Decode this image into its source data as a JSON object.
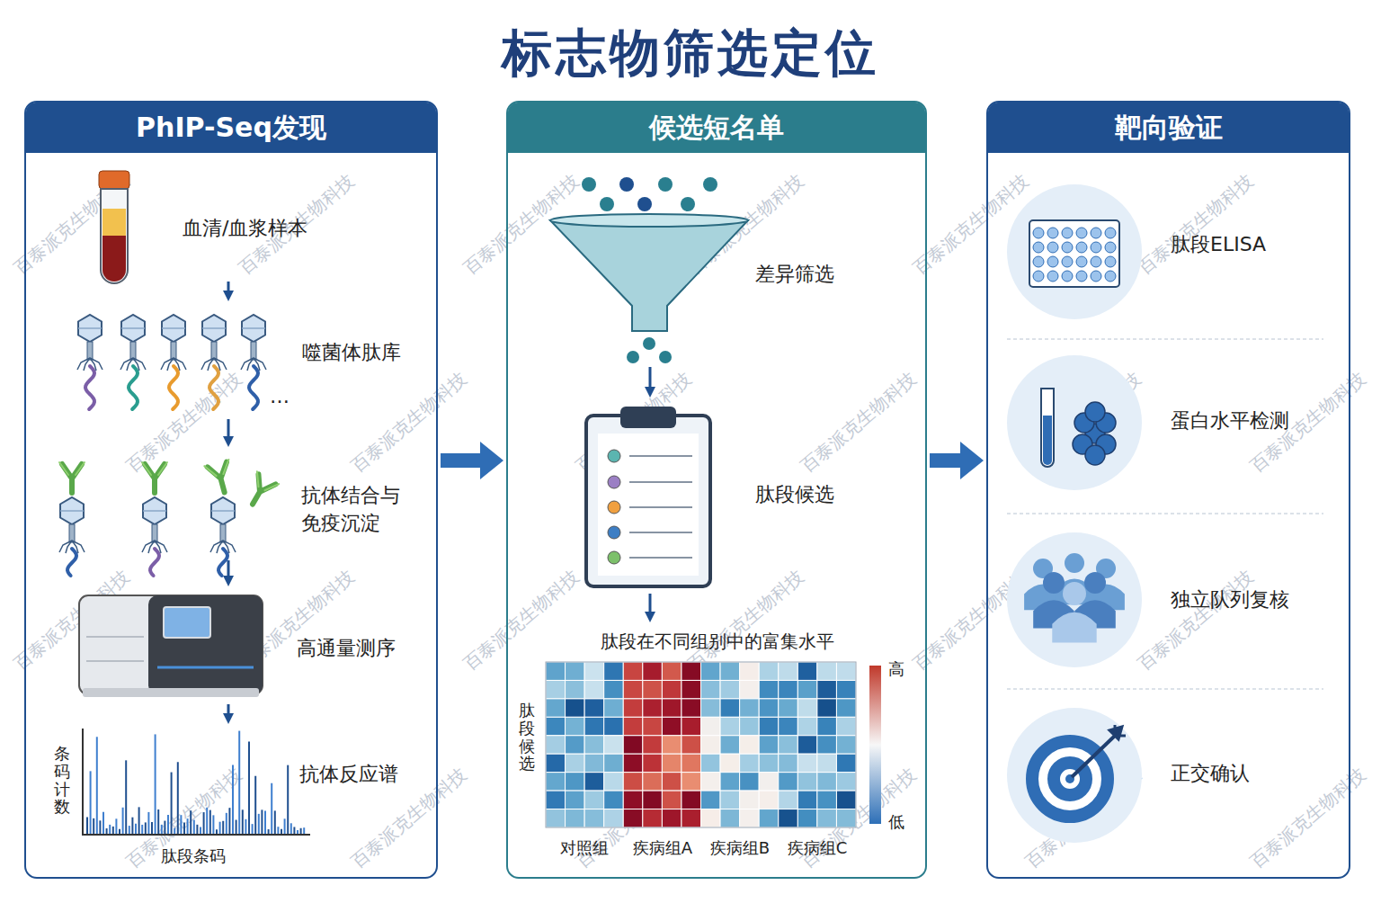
{
  "diagram": {
    "title": "标志物筛选定位",
    "nodes": [
      {
        "text": [
          "PhIP-Seq发现"
        ]
      },
      {
        "text": [
          "血清/血浆样本"
        ],
        "in": 0
      },
      {
        "text": [
          "噬菌体肽库"
        ],
        "in": 0
      },
      {
        "text": [
          "抗体结合与 免疫沉淀"
        ],
        "in": 0
      },
      {
        "text": [
          "高通量测序"
        ],
        "in": 0
      },
      {
        "text": [
          "抗体反应谱"
        ],
        "in": 0
      },
      {
        "text": [
          "候选短名单"
        ]
      },
      {
        "text": [
          "差异筛选"
        ],
        "in": 6
      },
      {
        "text": [
          "肽段候选"
        ],
        "in": 6
      },
      {
        "text": [
          "肽段在不同组别中的富集水平"
        ],
        "in": 6
      },
      {
        "text": [
          "靶向验证"
        ]
      },
      {
        "text": [
          "肽段ELISA"
        ],
        "in": 10
      },
      {
        "text": [
          "蛋白水平检测"
        ],
        "in": 10
      },
      {
        "text": [
          "独立队列复核"
        ],
        "in": 10
      },
      {
        "text": [
          "正交确认"
        ],
        "in": 10
      }
    ],
    "edges": [
      {
        "from": 0,
        "to": 6,
        "arrow": "to"
      },
      {
        "from": 6,
        "to": 10,
        "arrow": "to"
      },
      {
        "from": 1,
        "to": 2,
        "arrow": "to"
      },
      {
        "from": 2,
        "to": 3,
        "arrow": "to"
      },
      {
        "from": 3,
        "to": 4,
        "arrow": "to"
      },
      {
        "from": 4,
        "to": 5,
        "arrow": "to"
      },
      {
        "from": 7,
        "to": 8,
        "arrow": "to"
      },
      {
        "from": 8,
        "to": 9,
        "arrow": "to"
      }
    ],
    "labels": [
      "…",
      "条码计数",
      "肽段条码",
      "肽段候选",
      "对照组",
      "疾病组A",
      "疾病组B",
      "疾病组C",
      "高",
      "低",
      "百泰派克生物科技",
      "百泰派克生物科技",
      "百泰派克生物科技",
      "百泰派克生物科技",
      "百泰派克生物科技",
      "百泰派克生物科技",
      "百泰派克生物科技",
      "百泰派克生物科技",
      "百泰派克生物科技",
      "百泰派克生物科技",
      "百泰派克生物科技",
      "百泰派克生物科技",
      "百泰派克生物科技",
      "百泰派克生物科技",
      "百泰派克生物科技",
      "百泰派克生物科技",
      "百泰派克生物科技",
      "百泰派克生物科技",
      "百泰派克生物科技",
      "百泰派克生物科技",
      "百泰派克生物科技",
      "百泰派克生物科技",
      "百泰派克生物科技",
      "百泰派克生物科技"
    ]
  }
}
